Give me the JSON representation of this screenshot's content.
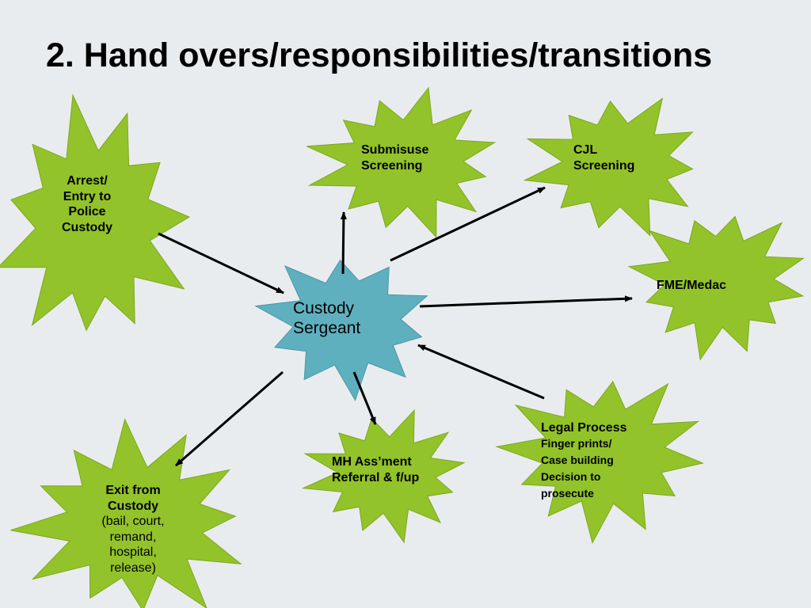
{
  "title": "2. Hand overs/responsibilities/transitions",
  "colors": {
    "background": "#e9ecee",
    "node_fill": "#92c32a",
    "node_stroke": "#7ea820",
    "center_fill": "#5fb0bf",
    "center_stroke": "#4a98a8",
    "arrow": "#000000"
  },
  "nodes": {
    "arrest": {
      "lines": [
        "Arrest/",
        "Entry to",
        "Police",
        "Custody"
      ]
    },
    "submisuse": {
      "lines": [
        "Submisuse",
        "Screening"
      ]
    },
    "cjl": {
      "lines": [
        "CJL",
        "Screening"
      ]
    },
    "fme": {
      "lines": [
        "FME/Medac"
      ]
    },
    "custody_sergeant": {
      "lines": [
        "Custody",
        "Sergeant"
      ]
    },
    "legal": {
      "heading": "Legal Process",
      "lines": [
        "Finger prints/",
        "Case building",
        "Decision to",
        "prosecute"
      ]
    },
    "mh": {
      "lines": [
        "MH Ass’ment",
        "Referral & f/up"
      ]
    },
    "exit": {
      "heading": [
        "Exit from",
        "Custody"
      ],
      "lines": [
        "(bail, court,",
        "remand,",
        "hospital,",
        "release)"
      ]
    }
  },
  "edges": [
    {
      "from": "Arrest/ Entry to Police Custody",
      "to": "Custody Sergeant"
    },
    {
      "from": "Custody Sergeant",
      "to": "Submisuse Screening"
    },
    {
      "from": "Custody Sergeant",
      "to": "CJL Screening"
    },
    {
      "from": "Custody Sergeant",
      "to": "FME/Medac"
    },
    {
      "from": "Legal Process",
      "to": "Custody Sergeant"
    },
    {
      "from": "Custody Sergeant",
      "to": "MH Ass’ment Referral & f/up"
    },
    {
      "from": "Custody Sergeant",
      "to": "Exit from Custody"
    }
  ]
}
